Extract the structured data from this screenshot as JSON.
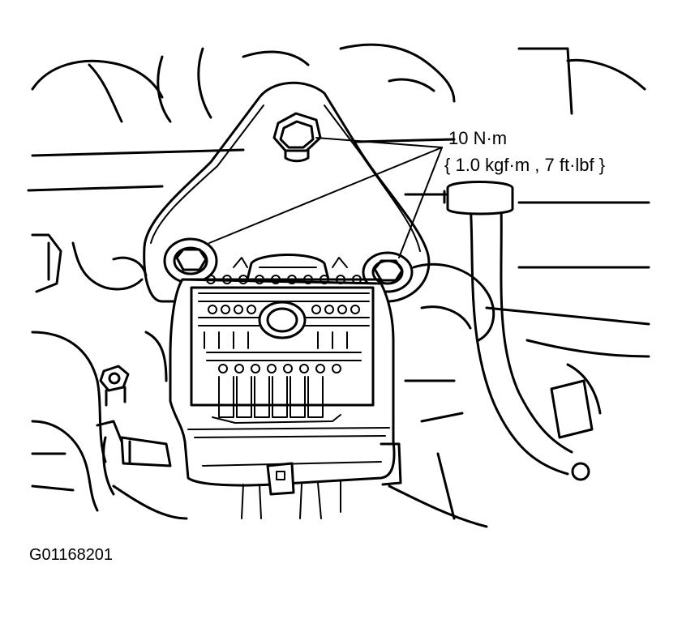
{
  "torque_callout": {
    "line1": "10 N·m",
    "line2": "{ 1.0 kgf·m , 7 ft·lbf }"
  },
  "figure_id": "G01168201",
  "colors": {
    "ink": "#000000",
    "paper": "#ffffff"
  }
}
